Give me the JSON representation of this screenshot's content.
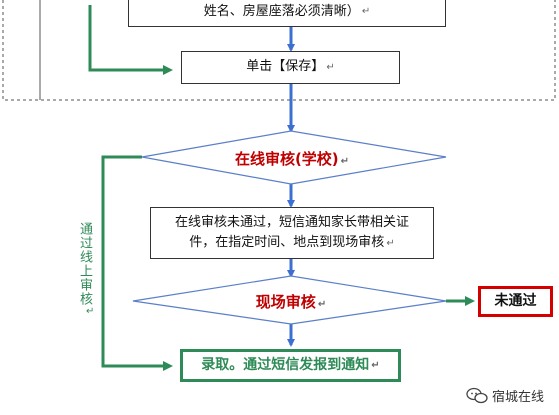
{
  "nodes": {
    "top_box_text": "姓名、房屋座落必须清晰）",
    "save_box_text": "单击【保存】",
    "online_review": "在线审核(学校)",
    "fail_notice_line1": "在线审核未通过，短信通知家长带相关证",
    "fail_notice_line2": "件，在指定时间、地点到现场审核",
    "onsite_review": "现场审核",
    "not_passed": "未通过",
    "admission": "录取。通过短信发报到通知"
  },
  "side_label": "通过线上审核",
  "return_mark": "↵",
  "watermark": {
    "text": "宿城在线"
  },
  "colors": {
    "blue_arrow": "#3b6fd0",
    "green_line": "#2e8b57",
    "red_border": "#d40000",
    "red_text": "#c00000",
    "diamond_border": "#5b7fc8"
  }
}
